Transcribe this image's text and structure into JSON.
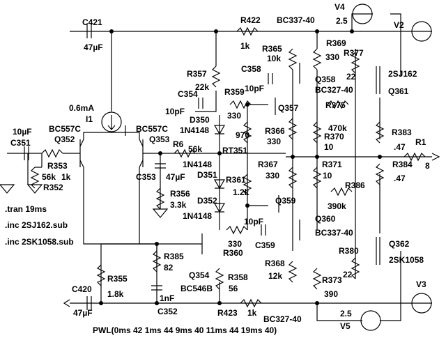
{
  "components": {
    "c421": {
      "ref": "C421",
      "value": "47µF"
    },
    "r422": {
      "ref": "R422",
      "value": "1k"
    },
    "v4": {
      "ref": "V4",
      "value": "2.5"
    },
    "v2": {
      "ref": "V2"
    },
    "bc337_top": {
      "model": "BC337-40"
    },
    "r369": {
      "ref": "R369",
      "value": "330"
    },
    "r365": {
      "ref": "R365",
      "value": "10k"
    },
    "r377": {
      "ref": "R377",
      "value": "22"
    },
    "c358": {
      "ref": "C358",
      "value": "10pF"
    },
    "q358": {
      "ref": "Q358",
      "model": "BC327-40"
    },
    "q361": {
      "ref": "Q361",
      "model": "2SJ162"
    },
    "r357": {
      "ref": "R357",
      "value": "22k"
    },
    "c354": {
      "ref": "C354",
      "value": "10pF"
    },
    "r359": {
      "ref": "R359",
      "value": "330"
    },
    "d350": {
      "ref": "D350",
      "model": "1N4148"
    },
    "q357": {
      "ref": "Q357"
    },
    "r375": {
      "ref": "R375",
      "value": "470k"
    },
    "i1": {
      "ref": "I1",
      "value": "0.6mA"
    },
    "q352": {
      "ref": "Q352",
      "model": "BC557C"
    },
    "q353": {
      "ref": "Q353",
      "model": "BC557C"
    },
    "c351": {
      "ref": "C351",
      "value": "10µF"
    },
    "r6": {
      "ref": "R6",
      "value": "56k"
    },
    "rt351": {
      "ref": "RT351",
      "value": "970"
    },
    "r366": {
      "ref": "R366",
      "value": "330"
    },
    "r370": {
      "ref": "R370",
      "value": "10"
    },
    "r383": {
      "ref": "R383",
      "value": ".47"
    },
    "r1": {
      "ref": "R1",
      "value": "8"
    },
    "r353": {
      "ref": "R353",
      "value": "1k"
    },
    "r352": {
      "ref": "R352",
      "value": "56k"
    },
    "d351": {
      "ref": "D351",
      "model": "1N4148"
    },
    "c353": {
      "ref": "C353",
      "value": "47µF"
    },
    "r367": {
      "ref": "R367",
      "value": "330"
    },
    "r371": {
      "ref": "R371",
      "value": "10"
    },
    "r384": {
      "ref": "R384",
      "value": ".47"
    },
    "r361": {
      "ref": "R361",
      "value": "1.2k"
    },
    "r386": {
      "ref": "R386",
      "value": "390k"
    },
    "r356": {
      "ref": "R356",
      "value": "3.3k"
    },
    "d352": {
      "ref": "D352",
      "model": "1N4148"
    },
    "q359": {
      "ref": "Q359"
    },
    "q360": {
      "ref": "Q360",
      "model": "BC337-40"
    },
    "c359": {
      "ref": "C359",
      "value": "10pF"
    },
    "r360": {
      "ref": "R360",
      "value": "330"
    },
    "q362": {
      "ref": "Q362",
      "model": "2SK1058"
    },
    "r385": {
      "ref": "R385",
      "value": "82"
    },
    "r380": {
      "ref": "R380",
      "value": "22"
    },
    "q354": {
      "ref": "Q354",
      "model": "BC546B"
    },
    "r368": {
      "ref": "R368",
      "value": "12k"
    },
    "r358": {
      "ref": "R358",
      "value": "56"
    },
    "r373": {
      "ref": "R373",
      "value": "390"
    },
    "r355": {
      "ref": "R355",
      "value": "1.8k"
    },
    "c420": {
      "ref": "C420",
      "value": "47µF"
    },
    "c352": {
      "ref": "C352",
      "value": "1nF"
    },
    "r423": {
      "ref": "R423",
      "value": "1k"
    },
    "bc327_bot": {
      "model": "BC327-40"
    },
    "v3": {
      "ref": "V3"
    },
    "v5": {
      "ref": "V5",
      "value": "2.5"
    }
  },
  "directives": [
    ".tran 19ms",
    ".inc 2SJ162.sub",
    ".inc 2SK1058.sub"
  ],
  "source": "PWL(0ms 42 1ms 44 9ms 40 11ms 44 19ms 40)"
}
